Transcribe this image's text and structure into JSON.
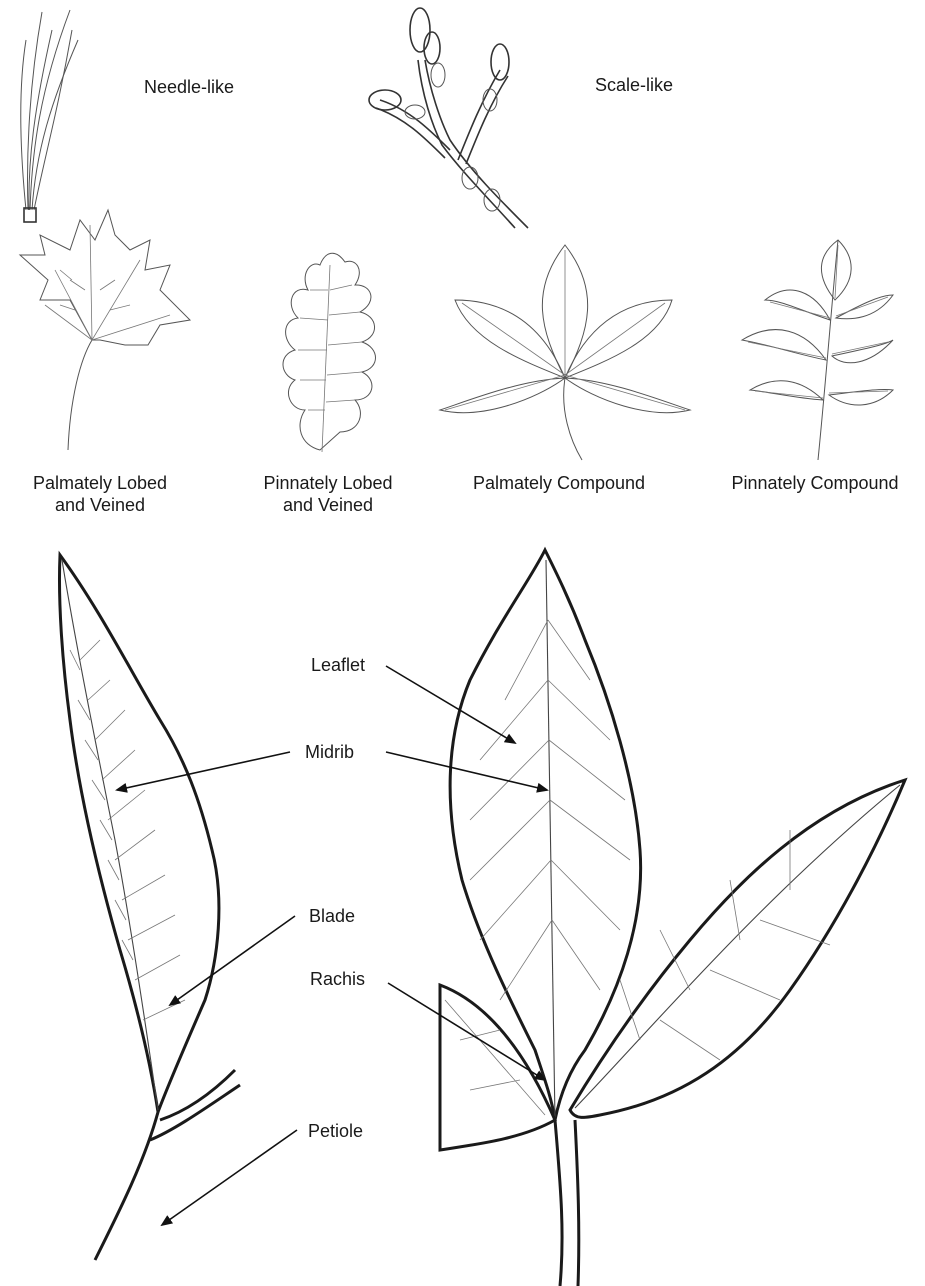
{
  "leaf_types": {
    "needle_like": "Needle-like",
    "scale_like": "Scale-like",
    "palmately_lobed": "Palmately Lobed\nand Veined",
    "pinnately_lobed": "Pinnately Lobed\nand Veined",
    "palmately_compound": "Palmately Compound",
    "pinnately_compound": "Pinnately Compound"
  },
  "leaf_parts": {
    "leaflet": "Leaflet",
    "midrib": "Midrib",
    "blade": "Blade",
    "rachis": "Rachis",
    "petiole": "Petiole"
  },
  "colors": {
    "ink": "#1a1a1a",
    "background": "#ffffff"
  }
}
